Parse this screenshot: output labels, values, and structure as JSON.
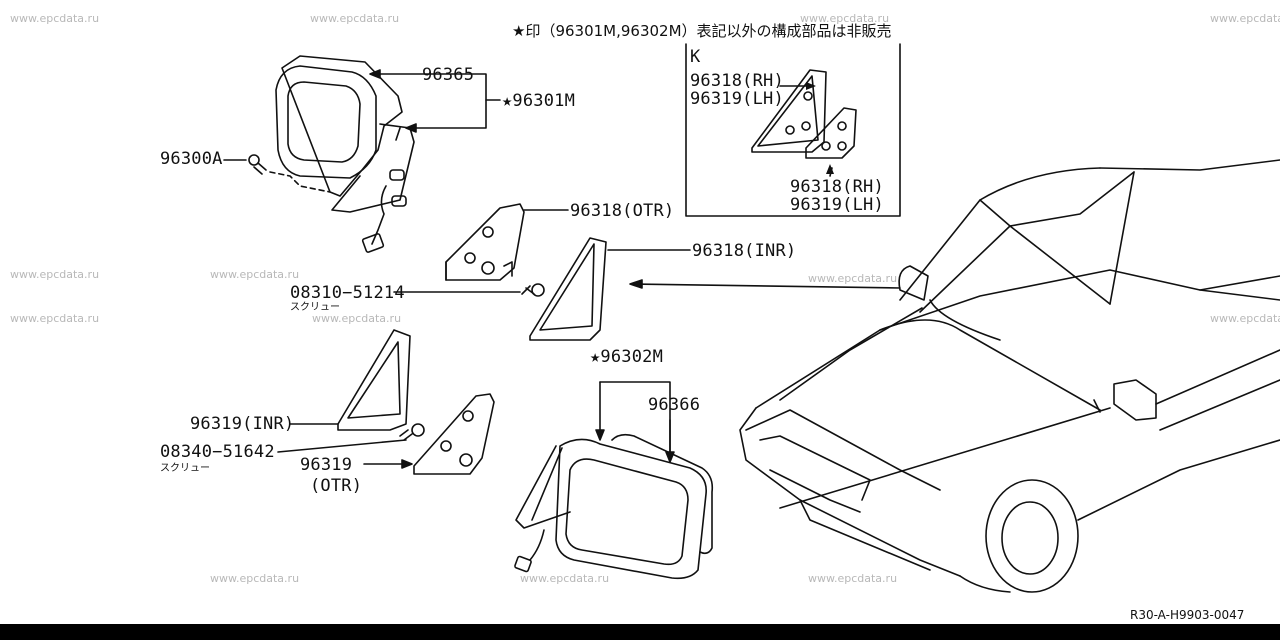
{
  "header": {
    "note": "★印（96301M,96302M）表記以外の構成部品は非販売"
  },
  "watermark": "www.epcdata.ru",
  "inset": {
    "letter": "K",
    "labels": [
      "96318(RH)",
      "96319(LH)",
      "96318(RH)",
      "96319(LH)"
    ]
  },
  "parts": {
    "p96365": "96365",
    "p96301m": "★96301M",
    "p96300a": "96300A",
    "p96318_otr": "96318(OTR)",
    "p96318_inr": "96318(INR)",
    "p08310": "08310−51214",
    "p08310_sub": "スクリュー",
    "p96302m": "★96302M",
    "p96366": "96366",
    "p96319_inr": "96319(INR)",
    "p08340": "08340−51642",
    "p08340_sub": "スクリュー",
    "p96319_otr_a": "96319",
    "p96319_otr_b": "(OTR)"
  },
  "footer": {
    "code": "R30-A-H9903-0047"
  }
}
